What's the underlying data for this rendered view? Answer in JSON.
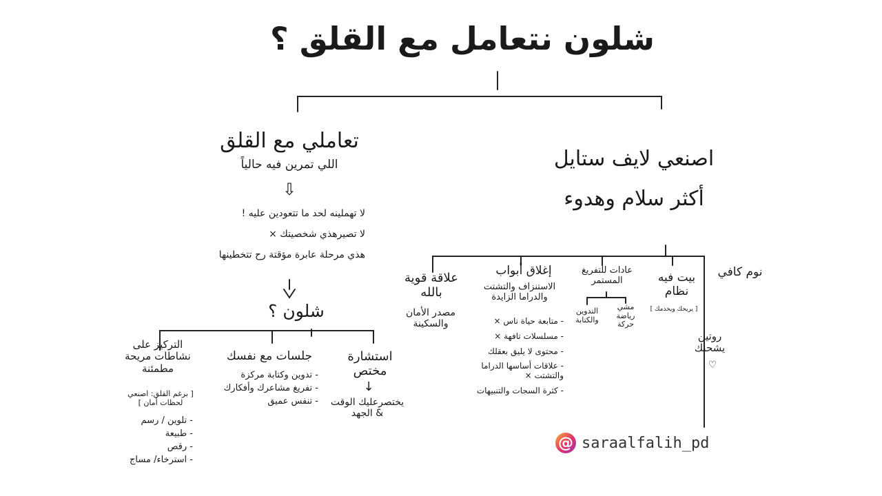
{
  "title": "شلون نتعامل مع القلق ؟",
  "left": {
    "heading": "تعاملي مع القلق",
    "subheading": "اللي تمرين فيه حالياً",
    "down_arrow": "⇩",
    "notes": [
      "لا تهملينه لحد ما تتعودين عليه !",
      "لا تصيرهذي شخصيتك ×",
      "هذي مرحلة عابرة مؤقتة رح تتخطينها"
    ],
    "question": "شلون ؟",
    "branches": {
      "consult": {
        "title": "استشارة مختص",
        "arrow": "↓",
        "note": "يختصرعليك الوقت & الجهد"
      },
      "sessions": {
        "title": "جلسات مع نفسك",
        "items": [
          "- تدوين وكتابة مركزة",
          "- تفريغ مشاعرك وأفكارك",
          "- تنفس عميق"
        ]
      },
      "focus": {
        "title": "التركيز على نشاطات مريحة مطمئنة",
        "bracket": "[ برغم القلق: اصنعي لحظات أمان ]",
        "items": [
          "- تلوين / رسم",
          "- طبيعة",
          "- رقص",
          "- استرخاء/ مساج"
        ]
      }
    }
  },
  "right": {
    "heading": "اصنعي لايف ستايل",
    "subheading": "أكثر سلام وهدوء",
    "branches": {
      "sleep": {
        "title": "نوم كافي"
      },
      "home": {
        "title": "بيت فيه نظام",
        "note": "[ يريحك ويخدمك ]",
        "routine": "روتين يشحنك",
        "heart": "♡"
      },
      "habits": {
        "title": "عادات للتفريغ المستمر",
        "subs": [
          {
            "text": "التدوين والكتابة"
          },
          {
            "text": "مشي رياضة حركة"
          }
        ]
      },
      "doors": {
        "title": "إغلاق أبواب",
        "subtitle": "الاستنزاف والتشتت والدراما الزايدة",
        "items": [
          "- متابعة حياة ناس ×",
          "- مسلسلات تافهة ×",
          "- محتوى لا يليق بعقلك",
          "- علاقات أساسها الدراما والتشتت ×",
          "- كثرة السجات والتنبيهات"
        ]
      },
      "god": {
        "title": "علاقة قوية بالله",
        "subtitle": "مصدر الأمان والسكينة"
      }
    }
  },
  "handle": {
    "icon": "instagram-at-icon",
    "symbol": "@",
    "text": "saraalfalih_pd",
    "colors": [
      "#f6b032",
      "#e1306c",
      "#9b36b7"
    ]
  }
}
